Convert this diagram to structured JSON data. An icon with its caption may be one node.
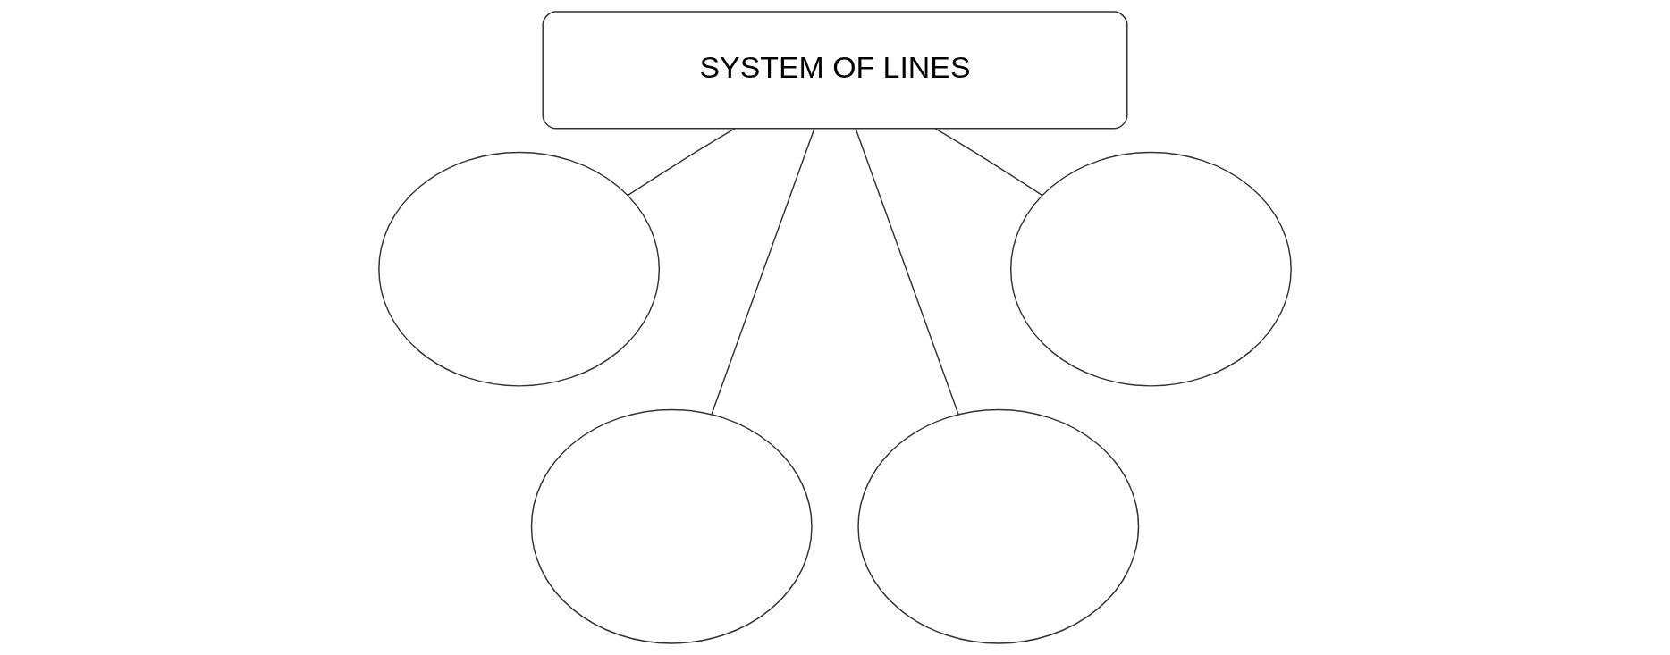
{
  "diagram": {
    "nodes": [
      {
        "text": [
          "SYSTEM OF LINES"
        ]
      },
      {
        "text": [],
        "shape": "ellipse"
      },
      {
        "text": [],
        "shape": "ellipse"
      },
      {
        "text": [],
        "shape": "ellipse"
      },
      {
        "text": [],
        "shape": "ellipse"
      }
    ],
    "edges": [
      {
        "from": 0,
        "to": 1,
        "arrow": "none"
      },
      {
        "from": 0,
        "to": 2,
        "arrow": "none"
      },
      {
        "from": 0,
        "to": 3,
        "arrow": "none"
      },
      {
        "from": 0,
        "to": 4,
        "arrow": "none"
      }
    ]
  }
}
